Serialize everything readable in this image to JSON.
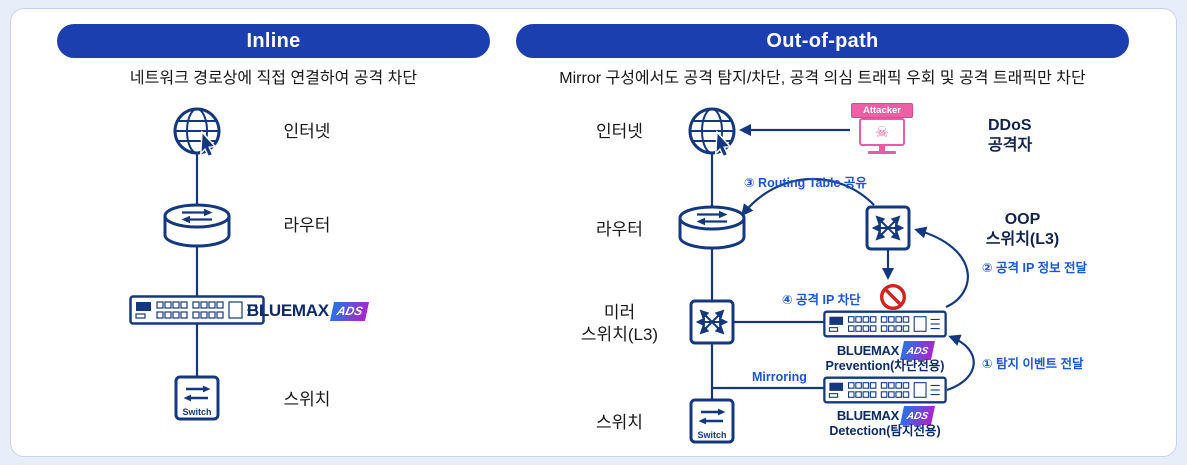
{
  "panels": {
    "inline": {
      "title": "Inline",
      "subtitle": "네트워크 경로상에 직접 연결하여 공격 차단",
      "labels": {
        "internet": "인터넷",
        "router": "라우터",
        "switch": "스위치"
      },
      "bluemax": {
        "brand": "BLUEMAX",
        "badge": "ADS"
      },
      "switch_text": "Switch"
    },
    "oop": {
      "title": "Out-of-path",
      "subtitle": "Mirror 구성에서도 공격 탐지/차단, 공격 의심 트래픽 우회 및 공격 트래픽만 차단",
      "labels": {
        "internet": "인터넷",
        "router": "라우터",
        "mirror_switch": "미러\n스위치(L3)",
        "switch": "스위치",
        "ddos": "DDoS\n공격자",
        "oop_switch": "OOP\n스위치(L3)",
        "attacker": "Attacker",
        "mirroring": "Mirroring"
      },
      "steps": {
        "s1": "① 탐지 이벤트 전달",
        "s2": "② 공격 IP 정보 전달",
        "s3": "③ Routing Table 공유",
        "s4": "④ 공격 IP 차단"
      },
      "prevention": {
        "brand": "BLUEMAX",
        "badge": "ADS",
        "label": "Prevention(차단전용)"
      },
      "detection": {
        "brand": "BLUEMAX",
        "badge": "ADS",
        "label": "Detection(탐지전용)"
      },
      "switch_text": "Switch",
      "skull": "☠"
    }
  },
  "colors": {
    "header_bg": "#1c3fb0",
    "icon_navy": "#14387f",
    "step_blue": "#1a55d6",
    "attacker_pink": "#e75ca4",
    "prohibit_red": "#d3231e",
    "badge_gradient_start": "#2f6fe4",
    "badge_gradient_end": "#a329cf",
    "page_bg": "#e8eef9"
  }
}
